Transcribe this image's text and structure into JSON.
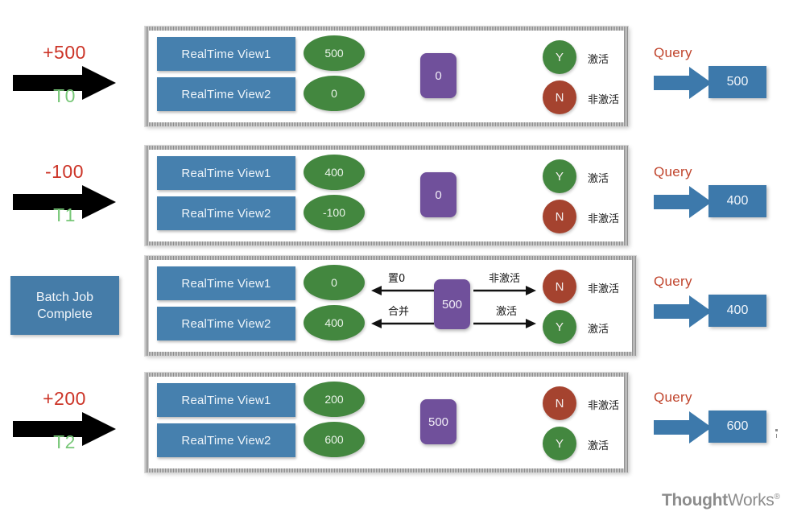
{
  "meta": {
    "title": "Lambda Architecture real-time view merge timeline",
    "colors": {
      "view_bar_blue": "#4680ae",
      "value_green": "#43873f",
      "batch_purple": "#70509b",
      "inactive_red": "#a5432f",
      "delta_red": "#cc3427",
      "time_green": "#77c777",
      "query_orange": "#c0442c",
      "frame_gray": "#9d9d9d",
      "logo_gray": "#8c8c8c"
    }
  },
  "legend": {
    "active_cn": "激活",
    "inactive_cn": "非激活",
    "yes": "Y",
    "no": "N",
    "reset_cn": "置0",
    "merge_cn": "合并"
  },
  "labels": {
    "view1": "RealTime View1",
    "view2": "RealTime View2",
    "query": "Query",
    "batch_job": "Batch Job\nComplete",
    "batch_job_line1": "Batch Job",
    "batch_job_line2": "Complete"
  },
  "rows": [
    {
      "id": "t0",
      "trigger_type": "delta",
      "delta": "+500",
      "time": "T0",
      "view1_label": "RealTime View1",
      "view1_value": "500",
      "view2_label": "RealTime View2",
      "view2_value": "0",
      "batch_value": "0",
      "status_top": {
        "mark": "Y",
        "state": "active",
        "label": "激活"
      },
      "status_bottom": {
        "mark": "N",
        "state": "inactive",
        "label": "非激活"
      },
      "query_label": "Query",
      "query_result": "500",
      "has_merge_arrows": false
    },
    {
      "id": "t1",
      "trigger_type": "delta",
      "delta": "-100",
      "time": "T1",
      "view1_label": "RealTime View1",
      "view1_value": "400",
      "view2_label": "RealTime View2",
      "view2_value": "-100",
      "batch_value": "0",
      "status_top": {
        "mark": "Y",
        "state": "active",
        "label": "激活"
      },
      "status_bottom": {
        "mark": "N",
        "state": "inactive",
        "label": "非激活"
      },
      "query_label": "Query",
      "query_result": "400",
      "has_merge_arrows": false
    },
    {
      "id": "batch-complete",
      "trigger_type": "batch",
      "batch_job_line1": "Batch Job",
      "batch_job_line2": "Complete",
      "view1_label": "RealTime View1",
      "view1_value": "0",
      "view2_label": "RealTime View2",
      "view2_value": "400",
      "batch_value": "500",
      "status_top": {
        "mark": "N",
        "state": "inactive",
        "label": "非激活"
      },
      "status_bottom": {
        "mark": "Y",
        "state": "active",
        "label": "激活"
      },
      "query_label": "Query",
      "query_result": "400",
      "has_merge_arrows": true,
      "merge_arrows": {
        "left_top_label": "置0",
        "left_bottom_label": "合并",
        "right_top_label": "非激活",
        "right_bottom_label": "激活"
      }
    },
    {
      "id": "t2",
      "trigger_type": "delta",
      "delta": "+200",
      "time": "T2",
      "view1_label": "RealTime View1",
      "view1_value": "200",
      "view2_label": "RealTime View2",
      "view2_value": "600",
      "batch_value": "500",
      "status_top": {
        "mark": "N",
        "state": "inactive",
        "label": "非激活"
      },
      "status_bottom": {
        "mark": "Y",
        "state": "active",
        "label": "激活"
      },
      "query_label": "Query",
      "query_result": "600",
      "has_merge_arrows": false
    }
  ],
  "footer": {
    "logo_bold": "Thought",
    "logo_light": "Works",
    "logo_mark": "®"
  }
}
